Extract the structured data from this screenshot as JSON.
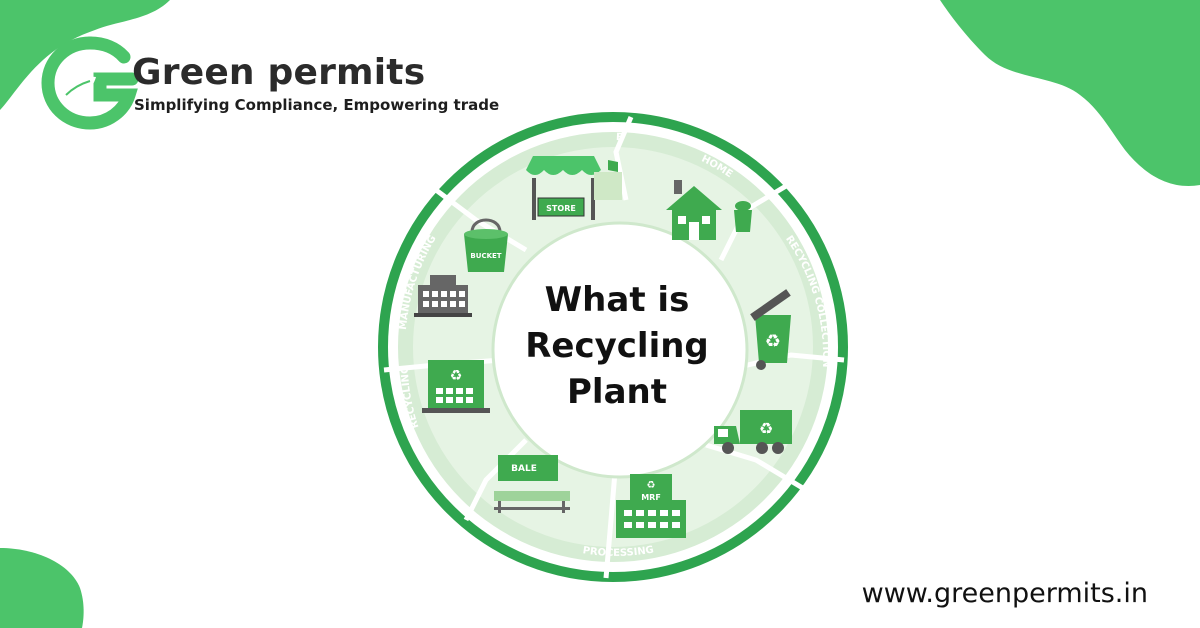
{
  "brand": {
    "name": "Green permits",
    "tagline": "Simplifying Compliance, Empowering trade",
    "logo_icon": "leaf-g-icon"
  },
  "colors": {
    "brand_green": "#4cc46a",
    "wheel_green": "#2ea44f",
    "icon_green": "#3faa4f",
    "wheel_bg": "#e3f2e0"
  },
  "wheel": {
    "stages": [
      {
        "label": "STORE",
        "icon": "store-icon",
        "icon_text": "STORE"
      },
      {
        "label": "HOME",
        "icon": "house-icon"
      },
      {
        "label": "RECYCLING COLLECTION",
        "icon": "recycle-bin-icon"
      },
      {
        "label": "",
        "icon": "recycle-truck-icon"
      },
      {
        "label": "PROCESSING",
        "icon": "mrf-building-icon",
        "icon_text": "MRF"
      },
      {
        "label": "",
        "icon": "bale-conveyor-icon",
        "icon_text": "BALE"
      },
      {
        "label": "RECYCLING",
        "icon": "recycling-facility-icon"
      },
      {
        "label": "MANUFACTURING",
        "icon": "factory-icon"
      },
      {
        "label": "",
        "icon": "bucket-icon",
        "icon_text": "BUCKET"
      }
    ],
    "center_title": [
      "What is",
      "Recycling",
      "Plant"
    ]
  },
  "website": "www.greenpermits.in"
}
